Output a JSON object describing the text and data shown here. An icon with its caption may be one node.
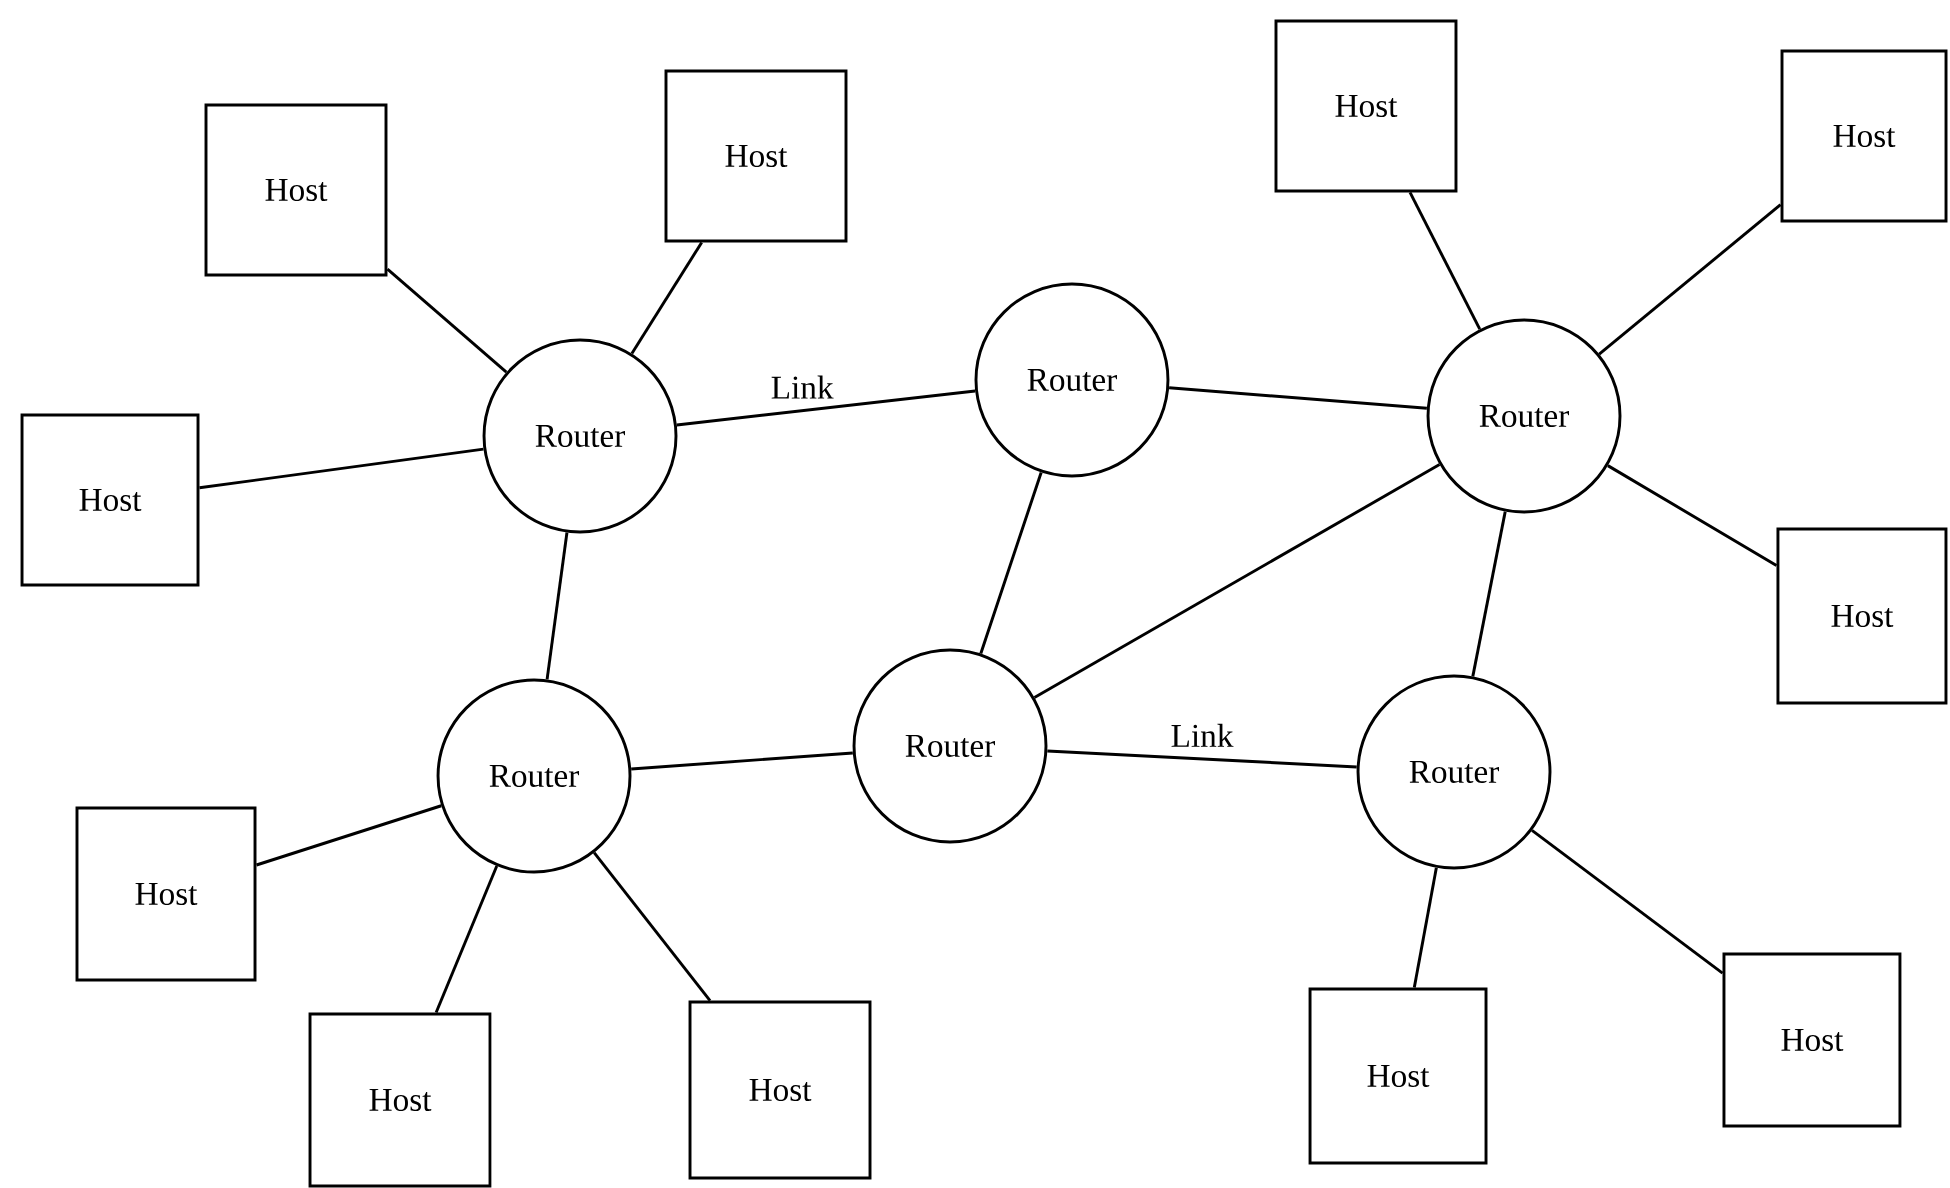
{
  "diagram": {
    "nodes": [
      {
        "text": [
          "Host"
        ]
      },
      {
        "text": [
          "Host"
        ]
      },
      {
        "text": [
          "Host"
        ]
      },
      {
        "text": [
          "Host"
        ]
      },
      {
        "text": [
          "Router"
        ]
      },
      {
        "text": [
          "Router"
        ]
      },
      {
        "text": [
          "Router"
        ]
      },
      {
        "text": [
          "Host"
        ]
      },
      {
        "text": [
          "Host"
        ]
      },
      {
        "text": [
          "Router"
        ]
      },
      {
        "text": [
          "Router"
        ]
      },
      {
        "text": [
          "Router"
        ]
      },
      {
        "text": [
          "Host"
        ]
      },
      {
        "text": [
          "Host"
        ]
      },
      {
        "text": [
          "Host"
        ]
      },
      {
        "text": [
          "Host"
        ]
      },
      {
        "text": [
          "Host"
        ]
      }
    ],
    "edges": [
      {
        "from": 0,
        "to": 4,
        "arrow": "none"
      },
      {
        "from": 1,
        "to": 4,
        "arrow": "none"
      },
      {
        "from": 7,
        "to": 4,
        "arrow": "none"
      },
      {
        "from": 4,
        "to": 5,
        "arrow": "none",
        "label": "Link"
      },
      {
        "from": 4,
        "to": 9,
        "arrow": "none"
      },
      {
        "from": 2,
        "to": 6,
        "arrow": "none"
      },
      {
        "from": 3,
        "to": 6,
        "arrow": "none"
      },
      {
        "from": 5,
        "to": 6,
        "arrow": "none"
      },
      {
        "from": 5,
        "to": 10,
        "arrow": "none"
      },
      {
        "from": 6,
        "to": 10,
        "arrow": "none"
      },
      {
        "from": 6,
        "to": 8,
        "arrow": "none"
      },
      {
        "from": 6,
        "to": 11,
        "arrow": "none"
      },
      {
        "from": 9,
        "to": 10,
        "arrow": "none"
      },
      {
        "from": 10,
        "to": 11,
        "arrow": "none",
        "label": "Link"
      },
      {
        "from": 9,
        "to": 12,
        "arrow": "none"
      },
      {
        "from": 9,
        "to": 13,
        "arrow": "none"
      },
      {
        "from": 9,
        "to": 14,
        "arrow": "none"
      },
      {
        "from": 11,
        "to": 15,
        "arrow": "none"
      },
      {
        "from": 11,
        "to": 16,
        "arrow": "none"
      }
    ]
  }
}
